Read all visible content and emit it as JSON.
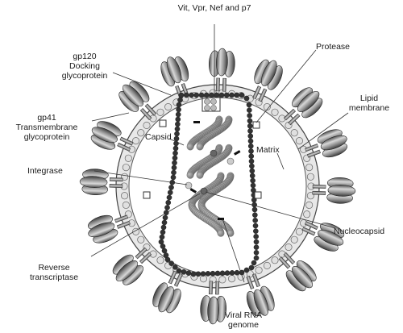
{
  "labels": {
    "vit": "Vit, Vpr, Nef and p7",
    "protease": "Protease",
    "gp120": [
      "gp120",
      "Docking",
      "glycoprotein"
    ],
    "lipid": [
      "Lipid",
      "membrane"
    ],
    "gp41": [
      "gp41",
      "Transmembrane",
      "glycoprotein"
    ],
    "capsid": "Capsid",
    "matrix": "Matrix",
    "integrase": "Integrase",
    "nucleocapsid": "Nucleocapsid",
    "reverse": [
      "Reverse",
      "transcriptase"
    ],
    "rna": [
      "Viral RNA",
      "genome"
    ]
  }
}
